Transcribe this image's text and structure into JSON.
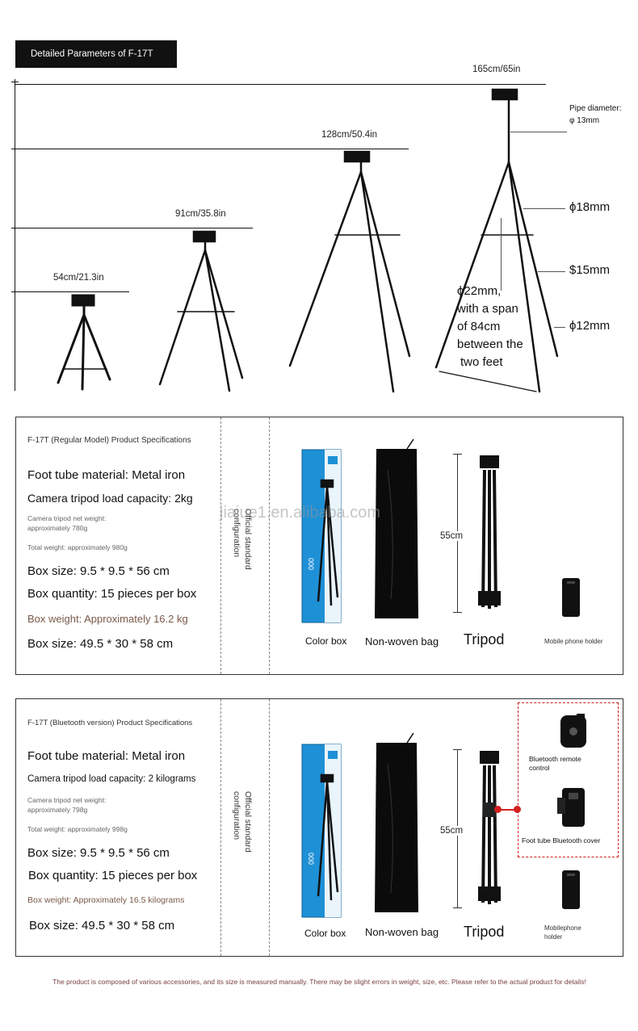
{
  "header": {
    "title": "Detailed Parameters of F-17T"
  },
  "heights": [
    {
      "label": "165cm/65in"
    },
    {
      "label": "128cm/50.4in"
    },
    {
      "label": "91cm/35.8in"
    },
    {
      "label": "54cm/21.3in"
    }
  ],
  "pipe": {
    "diameter": "Pipe diameter: φ 13mm"
  },
  "diameters": {
    "d18": "ϕ18mm",
    "d15": "$15mm",
    "d12": "ϕ12mm"
  },
  "span_note": [
    "ϕ22mm,",
    "with a span",
    "of 84cm",
    "between the",
    "two feet"
  ],
  "regular": {
    "title": "F-17T (Regular Model) Product Specifications",
    "foot_tube": "Foot tube material: Metal iron",
    "load": "Camera tripod load capacity: 2kg",
    "net_weight": [
      "Camera tripod net weight:",
      "approximately 780g"
    ],
    "total_weight": "Total weight: approximately 980g",
    "box_size": "Box size: 9.5 * 9.5 * 56 cm",
    "box_quantity": "Box quantity: 15 pieces per box",
    "box_weight": "Box weight: Approximately 16.2 kg",
    "outer_box": "Box size: 49.5 * 30 * 58 cm",
    "config": "Official standard configuration",
    "items": {
      "color_box": "Color box",
      "bag": "Non-woven bag",
      "tripod": "Tripod",
      "holder": "Mobile phone holder"
    },
    "tripod_height": "55cm"
  },
  "bluetooth": {
    "title": "F-17T (Bluetooth version) Product Specifications",
    "foot_tube": "Foot tube material: Metal iron",
    "load": "Camera tripod load capacity: 2 kilograms",
    "net_weight": [
      "Camera tripod net weight:",
      "approximately 798g"
    ],
    "total_weight": "Total weight: approximately 998g",
    "box_size": "Box size: 9.5 * 9.5 * 56 cm",
    "box_quantity": "Box quantity: 15 pieces per box",
    "box_weight": "Box weight: Approximately 16.5 kilograms",
    "outer_box": "Box size: 49.5 * 30 * 58 cm",
    "config": "Official standard configuration",
    "items": {
      "color_box": "Color box",
      "bag": "Non-woven bag",
      "tripod": "Tripod",
      "holder": [
        "Mobilephone",
        "holder"
      ],
      "remote": [
        "Bluetooth remote",
        "control"
      ],
      "cover": "Foot tube Bluetooth cover"
    },
    "tripod_height": "55cm"
  },
  "watermark": "jiajue1.en.alibaba.com",
  "footer": "The product is composed of various accessories, and its size is measured manually. There may be slight errors in weight, size, etc. Please refer to the actual product for details!",
  "colors": {
    "accent_red": "#d32020",
    "box_blue": "#1e90d6",
    "brown_text": "#7a5a4a"
  }
}
